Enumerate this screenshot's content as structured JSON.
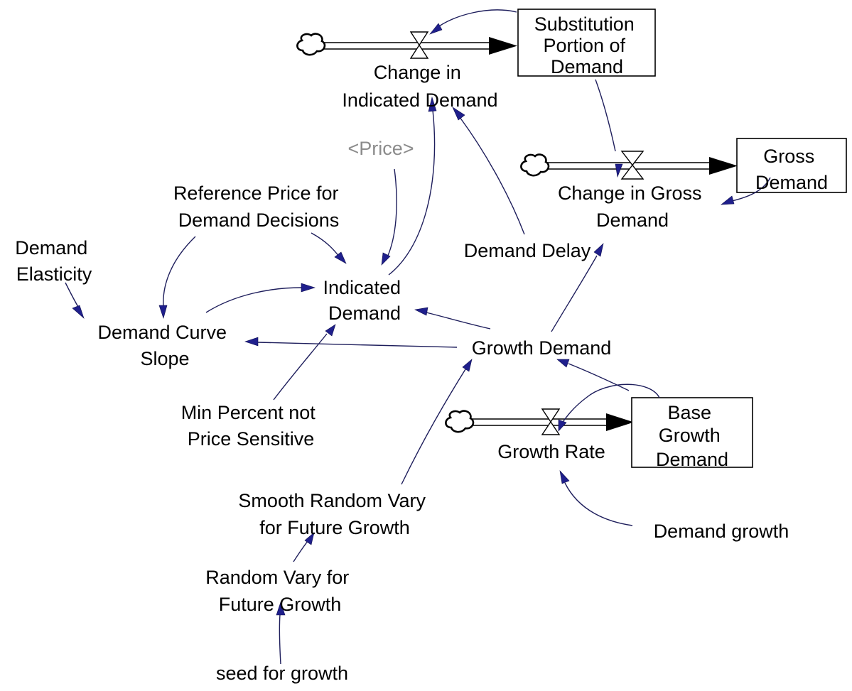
{
  "stocks": [
    {
      "id": "substitution",
      "lines": [
        "Substitution",
        "Portion of",
        "Demand"
      ]
    },
    {
      "id": "gross",
      "lines": [
        "Gross",
        "Demand"
      ]
    },
    {
      "id": "base-growth",
      "lines": [
        "Base",
        "Growth",
        "Demand"
      ]
    }
  ],
  "flows": [
    {
      "id": "change-indicated",
      "lines": [
        "Change in",
        "Indicated Demand"
      ]
    },
    {
      "id": "change-gross",
      "lines": [
        "Change in Gross",
        "Demand"
      ]
    },
    {
      "id": "growth-rate",
      "lines": [
        "Growth Rate"
      ]
    }
  ],
  "variables": [
    {
      "id": "price",
      "lines": [
        "<Price>"
      ],
      "shadow": true
    },
    {
      "id": "reference-price",
      "lines": [
        "Reference Price for",
        "Demand Decisions"
      ]
    },
    {
      "id": "demand-elasticity",
      "lines": [
        "Demand",
        "Elasticity"
      ]
    },
    {
      "id": "demand-delay",
      "lines": [
        "Demand Delay"
      ]
    },
    {
      "id": "indicated-demand",
      "lines": [
        "Indicated",
        "Demand"
      ]
    },
    {
      "id": "demand-curve-slope",
      "lines": [
        "Demand Curve",
        "Slope"
      ]
    },
    {
      "id": "growth-demand",
      "lines": [
        "Growth Demand"
      ]
    },
    {
      "id": "min-percent",
      "lines": [
        "Min Percent not",
        "Price Sensitive"
      ]
    },
    {
      "id": "smooth-random",
      "lines": [
        "Smooth Random Vary",
        "for Future Growth"
      ]
    },
    {
      "id": "random-vary",
      "lines": [
        "Random Vary for",
        "Future Growth"
      ]
    },
    {
      "id": "seed",
      "lines": [
        "seed for growth"
      ]
    },
    {
      "id": "demand-growth",
      "lines": [
        "Demand growth"
      ]
    }
  ],
  "colors": {
    "arrow": "#1f1f8c",
    "link": "#1e1e5c",
    "shadow_text": "#8c8c8c"
  },
  "icons": [
    "cloud-source-icon",
    "valve-icon",
    "flow-arrow-icon"
  ]
}
